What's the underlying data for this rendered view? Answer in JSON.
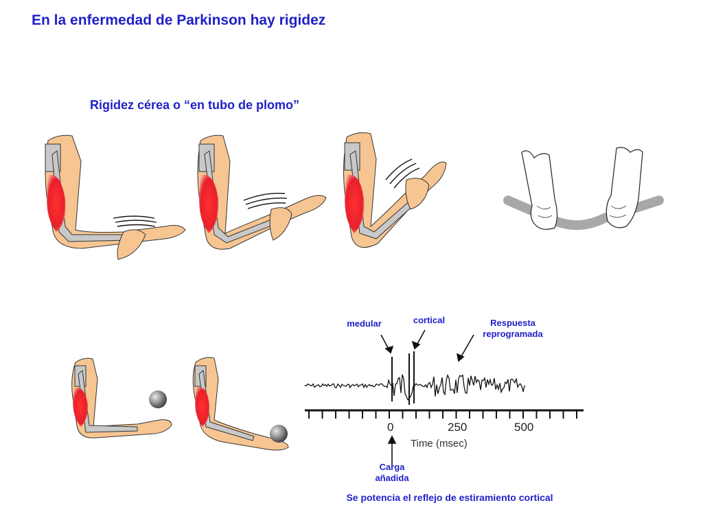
{
  "slide": {
    "title": "En la enfermedad de Parkinson hay rigidez",
    "subtitle": "Rigidez cérea o “en tubo de plomo”"
  },
  "emg": {
    "label_medular": "medular",
    "label_cortical": "cortical",
    "label_respuesta": "Respuesta reprogramada",
    "tick_0": "0",
    "tick_250": "250",
    "tick_500": "500",
    "axis_label": "Time (msec)",
    "label_carga": "Carga añadida",
    "caption": "Se potencia el reflejo de estiramiento cortical"
  },
  "colors": {
    "title_blue": "#1f1fc8",
    "skin": "#f6c592",
    "muscle_red": "#e8202a",
    "bone_gray": "#c8c8c8",
    "rod_gray": "#a8a8a8"
  }
}
